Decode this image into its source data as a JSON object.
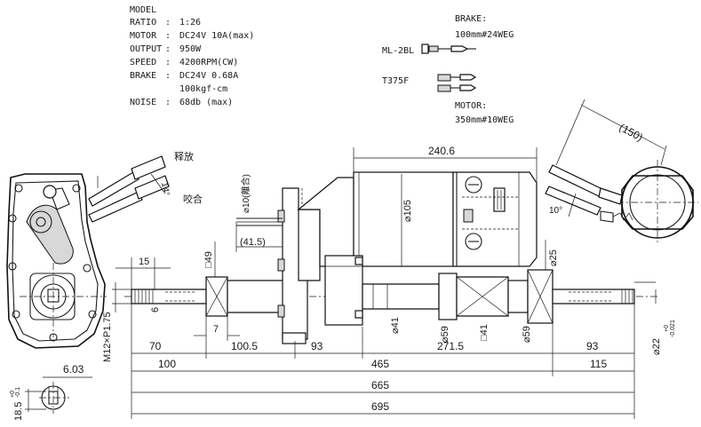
{
  "spec": {
    "heading": "MODEL",
    "rows": [
      {
        "key": "RATIO",
        "sep": ":",
        "value": "1:26"
      },
      {
        "key": "MOTOR",
        "sep": ":",
        "value": "DC24V 10A(max)"
      },
      {
        "key": "OUTPUT",
        "sep": ":",
        "value": "950W"
      },
      {
        "key": "SPEED",
        "sep": ":",
        "value": "4200RPM(CW)"
      },
      {
        "key": "BRAKE",
        "sep": ":",
        "value": "DC24V 0.68A"
      },
      {
        "key": "",
        "sep": "",
        "value": "100kgf-cm"
      },
      {
        "key": "NOISE",
        "sep": ":",
        "value": "68db (max)"
      }
    ]
  },
  "connectors": {
    "brake_title": "BRAKE:",
    "brake_wire": "100mm#24WEG",
    "ml": "ML-2BL",
    "t375": "T375F",
    "motor_title": "MOTOR:",
    "motor_wire": "350mm#10WEG"
  },
  "labels": {
    "release": "释放",
    "engage": "咬合",
    "lever_angle": "14°",
    "lever_angle_right": "10°",
    "radius_150": "(150)"
  },
  "dims": {
    "d240_6": "240.6",
    "d105": "⌀105",
    "d10": "⌀10(離合)",
    "d41_5": "(41.5)",
    "d49": "□49",
    "d15": "15",
    "d6": "6",
    "m12": "M12×P1.75",
    "d7": "7",
    "d70": "70",
    "d100_5": "100.5",
    "d93a": "93",
    "d271_5": "271.5",
    "d93b": "93",
    "d100": "100",
    "d465": "465",
    "d115": "115",
    "d665": "665",
    "d695": "695",
    "dia41": "⌀41",
    "dia59a": "⌀59",
    "sq41": "□41",
    "dia59b": "⌀59",
    "dia25": "⌀25",
    "dia22": "⌀22",
    "dia22_tol_up": "+0",
    "dia22_tol_lo": "-0.021",
    "d6_03": "6.03",
    "d18_5": "18.5",
    "d18_5_tol_up": "+0",
    "d18_5_tol_lo": "-0.1"
  }
}
